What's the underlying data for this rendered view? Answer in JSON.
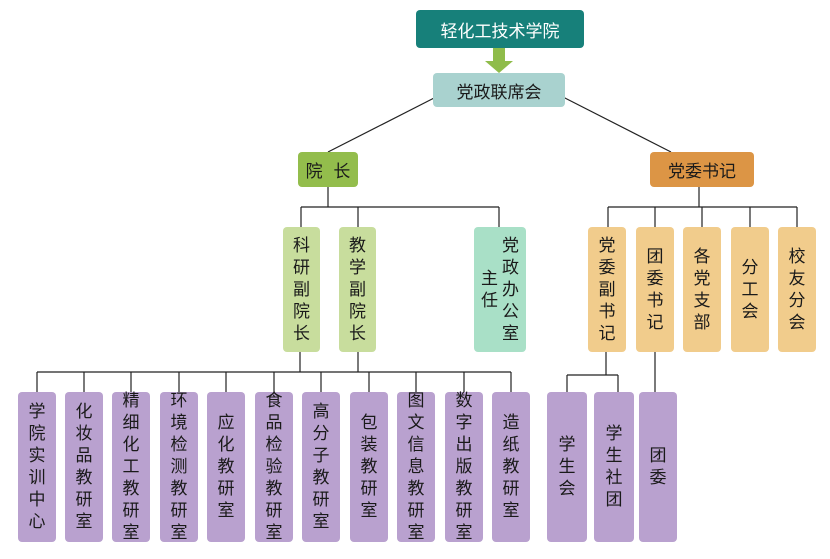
{
  "colors": {
    "root": "#17807a",
    "council": "#a9d2cf",
    "dean": "#93bd4c",
    "party": "#dc9545",
    "vice": "#c8dd9d",
    "office": "#a9e0c7",
    "orange": "#f1cc8c",
    "purple": "#b9a1cf",
    "arrow": "#8fbc4a",
    "line": "#222222"
  },
  "root": "轻化工技术学院",
  "council": "党政联席会",
  "dean": "院  长",
  "party_secretary": "党委书记",
  "vice_research": "科研副院长",
  "vice_teaching": "教学副院长",
  "office": {
    "col1": "党政办公室",
    "col2": "主任"
  },
  "party_units": [
    "党委副书记",
    "团委书记",
    "各党支部",
    "分工会",
    "校友分会"
  ],
  "teaching_units": [
    "学院实训中心",
    "化妆品教研室",
    "精细化工教研室",
    "环境检测教研室",
    "应化教研室",
    "食品检验教研室",
    "高分子教研室",
    "包装教研室",
    "图文信息教研室",
    "数字出版教研室",
    "造纸教研室"
  ],
  "student_units": [
    "学生会",
    "学生社团"
  ],
  "league": "团  委"
}
